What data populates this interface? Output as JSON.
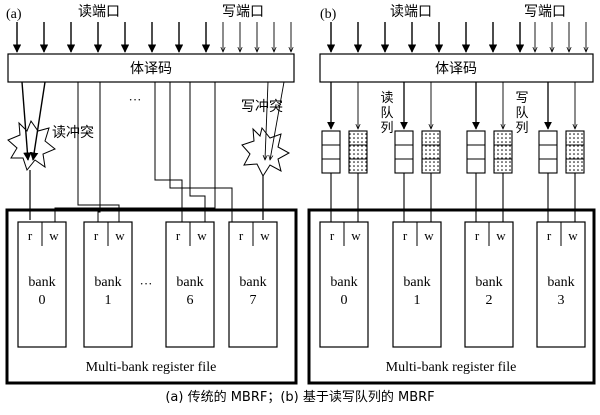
{
  "panel_a": {
    "label": "(a)",
    "read_port_label": "读端口",
    "write_port_label": "写端口",
    "decoder_label": "体译码",
    "read_conflict_label": "读冲突",
    "write_conflict_label": "写冲突",
    "ellipsis": "···",
    "bank_ellipsis": "···",
    "banks": [
      {
        "r": "r",
        "w": "w",
        "name": "bank",
        "index": "0"
      },
      {
        "r": "r",
        "w": "w",
        "name": "bank",
        "index": "1"
      },
      {
        "r": "r",
        "w": "w",
        "name": "bank",
        "index": "6"
      },
      {
        "r": "r",
        "w": "w",
        "name": "bank",
        "index": "7"
      }
    ],
    "register_file_label": "Multi-bank register file"
  },
  "panel_b": {
    "label": "(b)",
    "read_port_label": "读端口",
    "write_port_label": "写端口",
    "decoder_label": "体译码",
    "read_queue_label": [
      "读",
      "队",
      "列"
    ],
    "write_queue_label": [
      "写",
      "队",
      "列"
    ],
    "banks": [
      {
        "r": "r",
        "w": "w",
        "name": "bank",
        "index": "0"
      },
      {
        "r": "r",
        "w": "w",
        "name": "bank",
        "index": "1"
      },
      {
        "r": "r",
        "w": "w",
        "name": "bank",
        "index": "2"
      },
      {
        "r": "r",
        "w": "w",
        "name": "bank",
        "index": "3"
      }
    ],
    "register_file_label": "Multi-bank register file"
  },
  "caption": "(a) 传统的 MBRF；(b) 基于读写队列的 MBRF"
}
